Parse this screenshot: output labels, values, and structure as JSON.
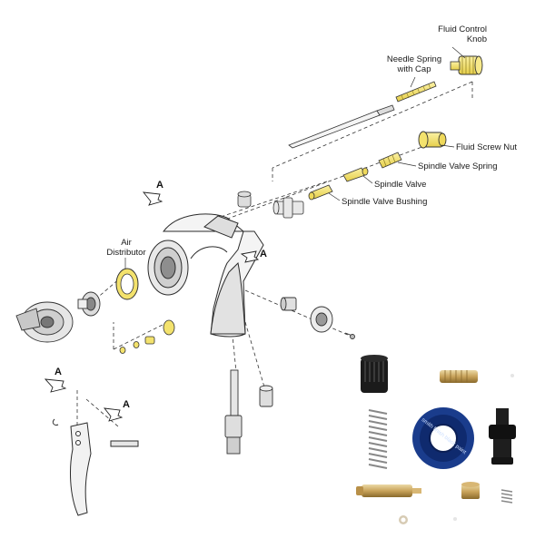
{
  "labels": {
    "fluid_control_knob_line1": "Fluid Control",
    "fluid_control_knob_line2": "Knob",
    "needle_spring_line1": "Needle Spring",
    "needle_spring_line2": "with Cap",
    "fluid_screw_nut": "Fluid Screw Nut",
    "spindle_valve_spring": "Spindle Valve Spring",
    "spindle_valve": "Spindle Valve",
    "spindle_valve_bushing": "Spindle Valve Bushing",
    "air_distributor_line1": "Air",
    "air_distributor_line2": "Distributor"
  },
  "markers": {
    "a1": "A",
    "a2": "A",
    "a3": "A",
    "a4": "A"
  },
  "ring_text": "smith finish black paint",
  "colors": {
    "highlight": "#f3e26d",
    "line": "#2b2b2b",
    "brass": "#c9a35a",
    "blue_ring": "#1a3c8c",
    "black_part": "#1b1b1b"
  }
}
